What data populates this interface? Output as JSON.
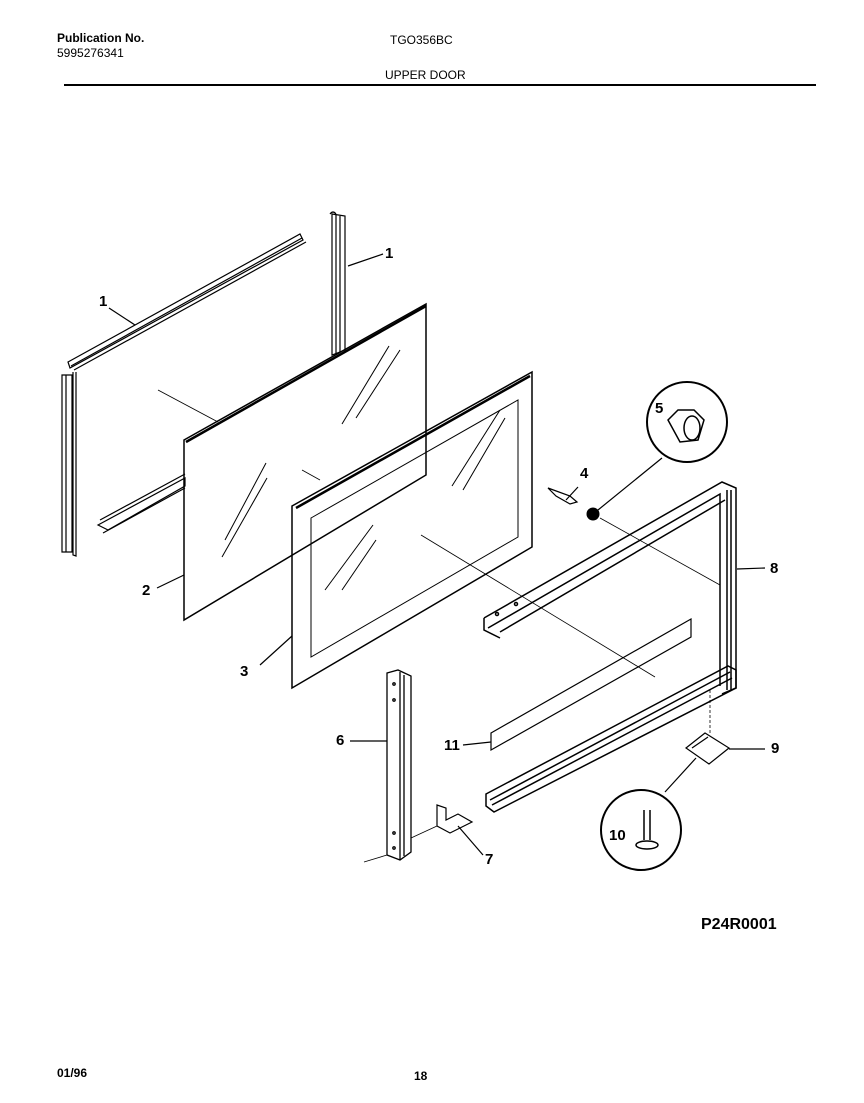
{
  "header": {
    "publication_label": "Publication No.",
    "publication_number": "5995276341",
    "model": "TGO356BC",
    "section_title": "UPPER DOOR"
  },
  "diagram": {
    "title": "Upper door exploded view",
    "callouts": [
      {
        "id": "1a",
        "label": "1",
        "part": "door trim / seal channel (top-left)"
      },
      {
        "id": "1b",
        "label": "1",
        "part": "door trim / seal channel (vertical)"
      },
      {
        "id": "2",
        "label": "2",
        "part": "inner glass panel"
      },
      {
        "id": "3",
        "label": "3",
        "part": "glass with frame"
      },
      {
        "id": "4",
        "label": "4",
        "part": "screw"
      },
      {
        "id": "5",
        "label": "5",
        "part": "nut (inset)"
      },
      {
        "id": "6",
        "label": "6",
        "part": "side channel"
      },
      {
        "id": "7",
        "label": "7",
        "part": "bracket"
      },
      {
        "id": "8",
        "label": "8",
        "part": "door frame"
      },
      {
        "id": "9",
        "label": "9",
        "part": "clip"
      },
      {
        "id": "10",
        "label": "10",
        "part": "screw (inset)"
      },
      {
        "id": "11",
        "label": "11",
        "part": "insulation strip"
      }
    ],
    "figure_code": "P24R0001"
  },
  "footer": {
    "date": "01/96",
    "page_number": "18"
  }
}
